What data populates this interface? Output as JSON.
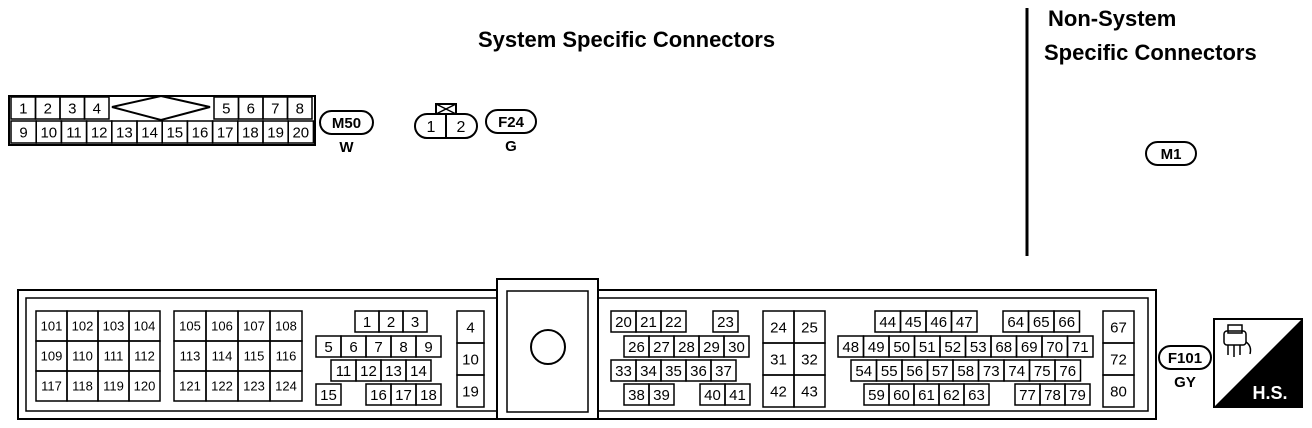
{
  "headings": {
    "system": "System Specific Connectors",
    "non_system_line1": "Non-System",
    "non_system_line2": "Specific Connectors"
  },
  "connectors": {
    "m50": {
      "id": "M50",
      "color": "W",
      "row1_left": [
        "1",
        "2",
        "3",
        "4"
      ],
      "row1_right": [
        "5",
        "6",
        "7",
        "8"
      ],
      "row2": [
        "9",
        "10",
        "11",
        "12",
        "13",
        "14",
        "15",
        "16",
        "17",
        "18",
        "19",
        "20"
      ]
    },
    "f24": {
      "id": "F24",
      "color": "G",
      "terminals": [
        "1",
        "2"
      ]
    },
    "m1": {
      "id": "M1"
    },
    "f101": {
      "id": "F101",
      "color": "GY",
      "group_a": [
        "101",
        "102",
        "103",
        "104",
        "109",
        "110",
        "111",
        "112",
        "117",
        "118",
        "119",
        "120"
      ],
      "group_b": [
        "105",
        "106",
        "107",
        "108",
        "113",
        "114",
        "115",
        "116",
        "121",
        "122",
        "123",
        "124"
      ],
      "group_c_row1": [
        "1",
        "2",
        "3"
      ],
      "group_c_row2": [
        "5",
        "6",
        "7",
        "8",
        "9"
      ],
      "group_c_row3": [
        "11",
        "12",
        "13",
        "14"
      ],
      "group_c_row4a": [
        "15"
      ],
      "group_c_row4b": [
        "16",
        "17",
        "18"
      ],
      "group_d": [
        "4",
        "10",
        "19"
      ],
      "group_e_row1a": [
        "20",
        "21",
        "22"
      ],
      "group_e_row1b": [
        "23"
      ],
      "group_e_row2": [
        "26",
        "27",
        "28",
        "29",
        "30"
      ],
      "group_e_row3": [
        "33",
        "34",
        "35",
        "36",
        "37"
      ],
      "group_e_row4a": [
        "38",
        "39"
      ],
      "group_e_row4b": [
        "40",
        "41"
      ],
      "group_f": [
        "24",
        "25",
        "31",
        "32",
        "42",
        "43"
      ],
      "group_g_row1a": [
        "44",
        "45",
        "46",
        "47"
      ],
      "group_g_row1b": [
        "64",
        "65",
        "66"
      ],
      "group_g_row2": [
        "48",
        "49",
        "50",
        "51",
        "52",
        "53",
        "68",
        "69",
        "70",
        "71"
      ],
      "group_g_row3": [
        "54",
        "55",
        "56",
        "57",
        "58",
        "73",
        "74",
        "75",
        "76"
      ],
      "group_g_row4a": [
        "59",
        "60",
        "61",
        "62",
        "63"
      ],
      "group_g_row4b": [
        "77",
        "78",
        "79"
      ],
      "group_h": [
        "67",
        "72",
        "80"
      ]
    }
  },
  "badge": {
    "text": "H.S."
  }
}
